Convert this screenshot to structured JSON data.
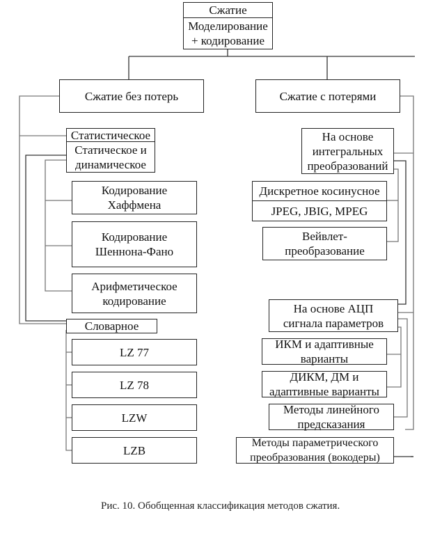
{
  "root": {
    "title": "Сжатие",
    "subtitle": "Моделирование\n+ кодирование"
  },
  "lossless": {
    "label": "Сжатие без потерь",
    "statistical": {
      "label": "Статистическое",
      "sublabel": "Статическое и\nдинамическое",
      "children": [
        "Кодирование\nХаффмена",
        "Кодирование\nШеннона-Фано",
        "Арифметическое\nкодирование"
      ]
    },
    "dictionary": {
      "label": "Словарное",
      "children": [
        "LZ 77",
        "LZ 78",
        "LZW",
        "LZB"
      ]
    }
  },
  "lossy": {
    "label": "Сжатие с потерями",
    "integral": {
      "label": "На основе\nинтегральных\nпреобразований",
      "dct": {
        "label": "Дискретное косинусное",
        "sublabel": "JPEG, JBIG, MPEG"
      },
      "wavelet": "Вейвлет-\nпреобразование"
    },
    "adc": {
      "label": "На основе АЦП\nсигнала параметров",
      "children": [
        "ИКМ и адаптивные\nварианты",
        "ДИКМ, ДМ и\nадаптивные варианты"
      ]
    },
    "linear_prediction": "Методы линейного\nпредсказания",
    "vocoders": "Методы параметрического\nпреобразования (вокодеры)"
  },
  "caption": "Рис. 10. Обобщенная классификация методов сжатия."
}
